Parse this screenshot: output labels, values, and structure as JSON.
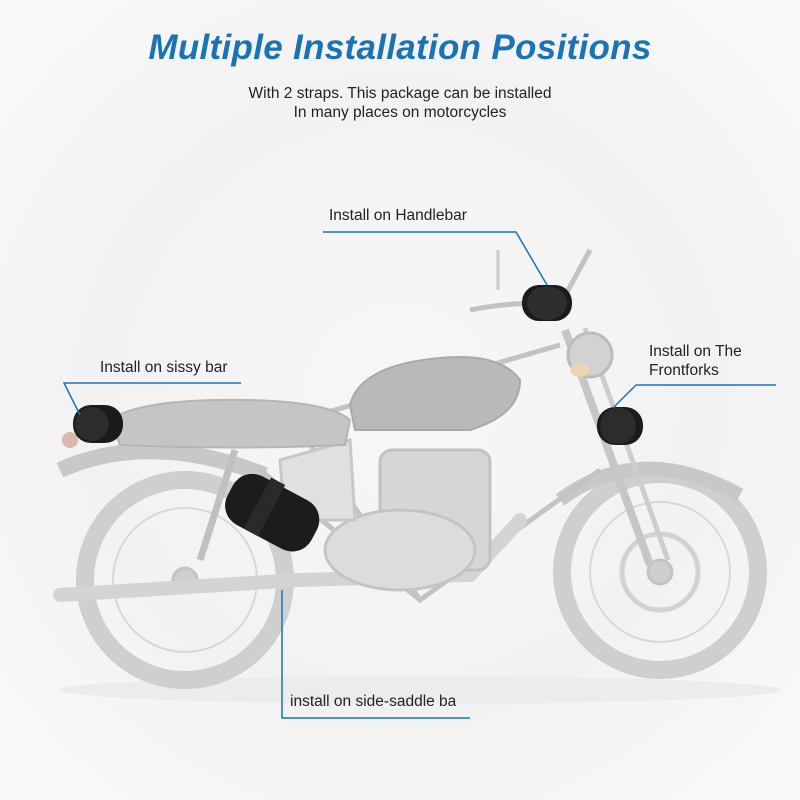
{
  "header": {
    "title": "Multiple Installation Positions",
    "subtitle_line1": "With 2 straps. This package can be installed",
    "subtitle_line2": "In many places on motorcycles"
  },
  "callouts": {
    "handlebar": "Install on Handlebar",
    "sissy_bar": "Install on sissy bar",
    "frontforks_line1": "Install on The",
    "frontforks_line2": "Frontforks",
    "side_saddle": "install on side-saddle ba"
  },
  "colors": {
    "title": "#1a73b5",
    "leader_line": "#1a73b5",
    "bag": "#1b1b1b",
    "motorcycle": "#c9c9c9"
  }
}
